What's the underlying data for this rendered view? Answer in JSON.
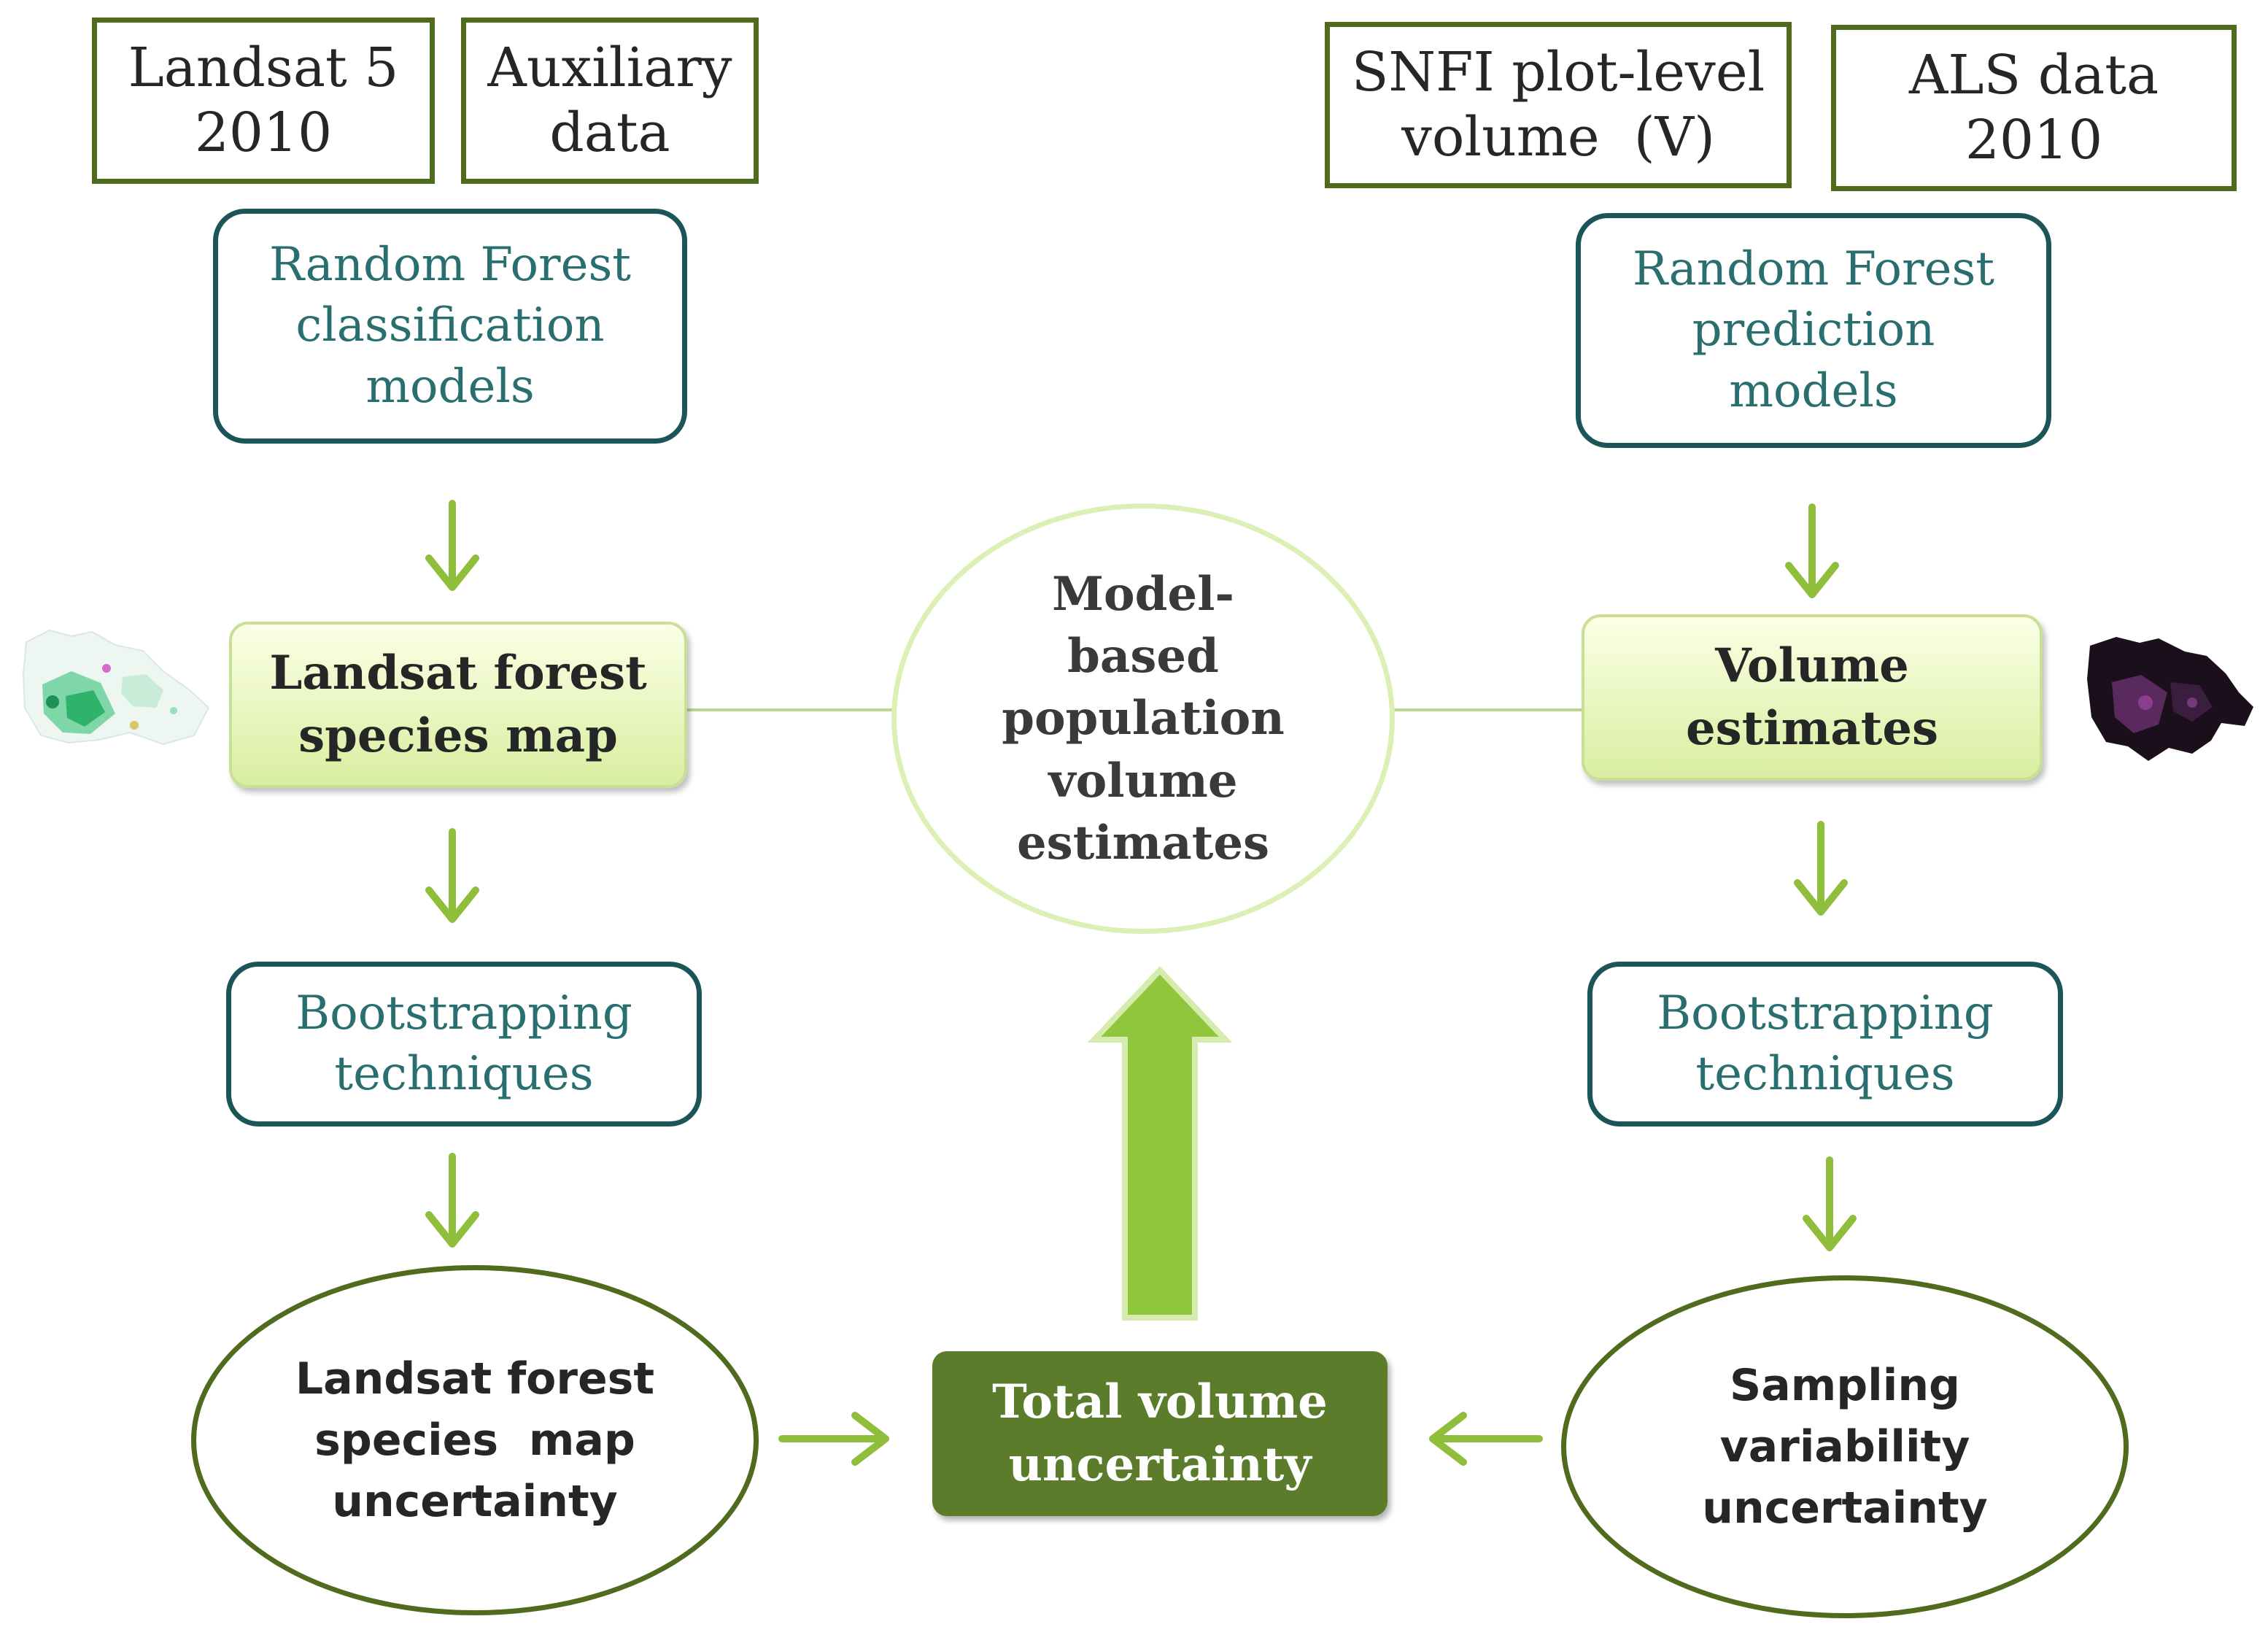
{
  "colors": {
    "input_border": "#4f6b1e",
    "method_border": "#1b5557",
    "method_text": "#2a6f6f",
    "result_fill_top": "#fbffe6",
    "result_fill_bottom": "#d9eea0",
    "arrow": "#8fbf3a",
    "big_arrow": "#8fc63b",
    "total_fill": "#5b7d2b",
    "connector": "#b9d98a"
  },
  "inputs": {
    "landsat": [
      "Landsat 5",
      "2010"
    ],
    "auxiliary": [
      "Auxiliary",
      "data"
    ],
    "snfi": [
      "SNFI plot-level",
      "volume  (V)"
    ],
    "als": [
      "ALS data",
      "2010"
    ]
  },
  "methods": {
    "rf_classification": [
      "Random Forest",
      "classification",
      "models"
    ],
    "rf_prediction": [
      "Random Forest",
      "prediction",
      "models"
    ],
    "bootstrap_left": [
      "Bootstrapping",
      "techniques"
    ],
    "bootstrap_right": [
      "Bootstrapping",
      "techniques"
    ]
  },
  "results": {
    "species_map": [
      "Landsat forest",
      "species map"
    ],
    "volume_estimates": [
      "Volume",
      "estimates"
    ]
  },
  "center": [
    "Model-",
    "based",
    "population",
    "volume",
    "estimates"
  ],
  "uncertainties": {
    "species_map": [
      "Landsat forest",
      "species  map",
      "uncertainty"
    ],
    "sampling": [
      "Sampling",
      "variability",
      "uncertainty"
    ]
  },
  "total": [
    "Total volume",
    "uncertainty"
  ],
  "icons": {
    "left_map": "species-map-thumbnail-icon",
    "right_map": "volume-map-thumbnail-icon"
  }
}
